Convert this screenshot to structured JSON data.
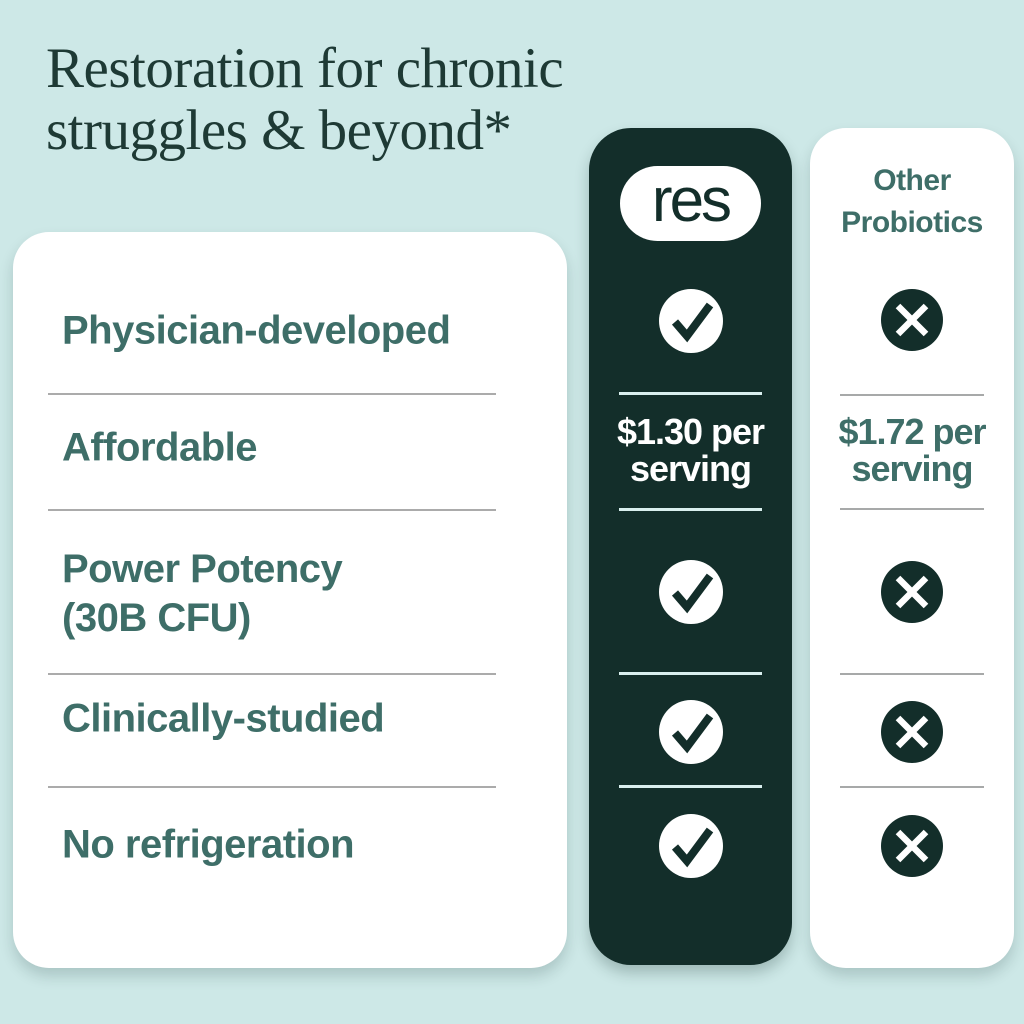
{
  "title": {
    "line1": "Restoration for chronic",
    "line2": "struggles & beyond*"
  },
  "features": {
    "row1": "Physician-developed",
    "row2": "Affordable",
    "row3_line1": "Power Potency",
    "row3_line2": "(30B CFU)",
    "row4": "Clinically-studied",
    "row5": "No refrigeration"
  },
  "res_column": {
    "logo": "res",
    "price_line1": "$1.30 per",
    "price_line2": "serving"
  },
  "other_column": {
    "header_line1": "Other",
    "header_line2": "Probiotics",
    "price_line1": "$1.72 per",
    "price_line2": "serving"
  },
  "colors": {
    "background": "#cde8e7",
    "dark_green": "#132e2a",
    "teal_text": "#3e6e68",
    "title_text": "#1e3a35",
    "card_white": "#ffffff",
    "divider_gray": "#ababab",
    "divider_light_on_dark": "#d9efee"
  },
  "chart_data": {
    "type": "table",
    "title": "Restoration for chronic struggles & beyond*",
    "columns": [
      "Feature",
      "res",
      "Other Probiotics"
    ],
    "rows": [
      [
        "Physician-developed",
        "yes",
        "no"
      ],
      [
        "Affordable",
        "$1.30 per serving",
        "$1.72 per serving"
      ],
      [
        "Power Potency (30B CFU)",
        "yes",
        "no"
      ],
      [
        "Clinically-studied",
        "yes",
        "no"
      ],
      [
        "No refrigeration",
        "yes",
        "no"
      ]
    ]
  }
}
